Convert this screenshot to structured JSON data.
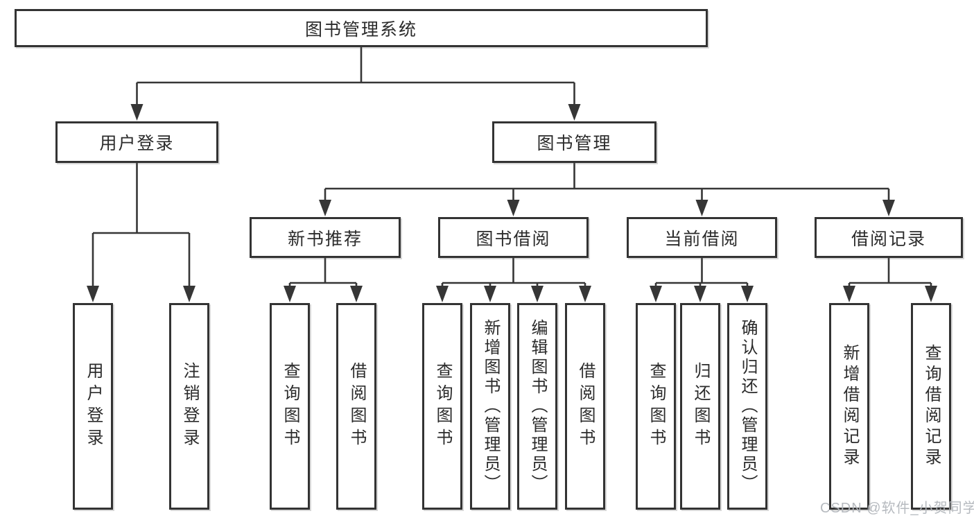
{
  "diagram": {
    "root": {
      "label": "图书管理系统"
    },
    "level2": {
      "user_login": {
        "label": "用户登录"
      },
      "book_management": {
        "label": "图书管理"
      }
    },
    "level3": {
      "new_book_recommend": {
        "label": "新书推荐"
      },
      "book_borrowing": {
        "label": "图书借阅"
      },
      "current_borrowing": {
        "label": "当前借阅"
      },
      "borrowing_records": {
        "label": "借阅记录"
      }
    },
    "leaves": {
      "user_login_leaf": {
        "label": "用户登录"
      },
      "logout": {
        "label": "注销登录"
      },
      "query_books_recommend": {
        "label": "查询图书"
      },
      "borrow_books_recommend": {
        "label": "借阅图书"
      },
      "query_books_borrowing": {
        "label": "查询图书"
      },
      "add_books_admin": {
        "label": "新增图书（管理员）"
      },
      "edit_books_admin": {
        "label": "编辑图书（管理员）"
      },
      "borrow_books_borrowing": {
        "label": "借阅图书"
      },
      "query_books_current": {
        "label": "查询图书"
      },
      "return_books": {
        "label": "归还图书"
      },
      "confirm_return_admin": {
        "label": "确认归还（管理员）"
      },
      "add_borrow_record": {
        "label": "新增借阅记录"
      },
      "query_borrow_record": {
        "label": "查询借阅记录"
      }
    }
  },
  "watermark": {
    "text": "CSDN @软件_小贺同学"
  },
  "colors": {
    "border": "#333333",
    "line": "#363636",
    "text": "#2b2b2b",
    "background": "#ffffff",
    "watermark": "#b2b6bc"
  }
}
